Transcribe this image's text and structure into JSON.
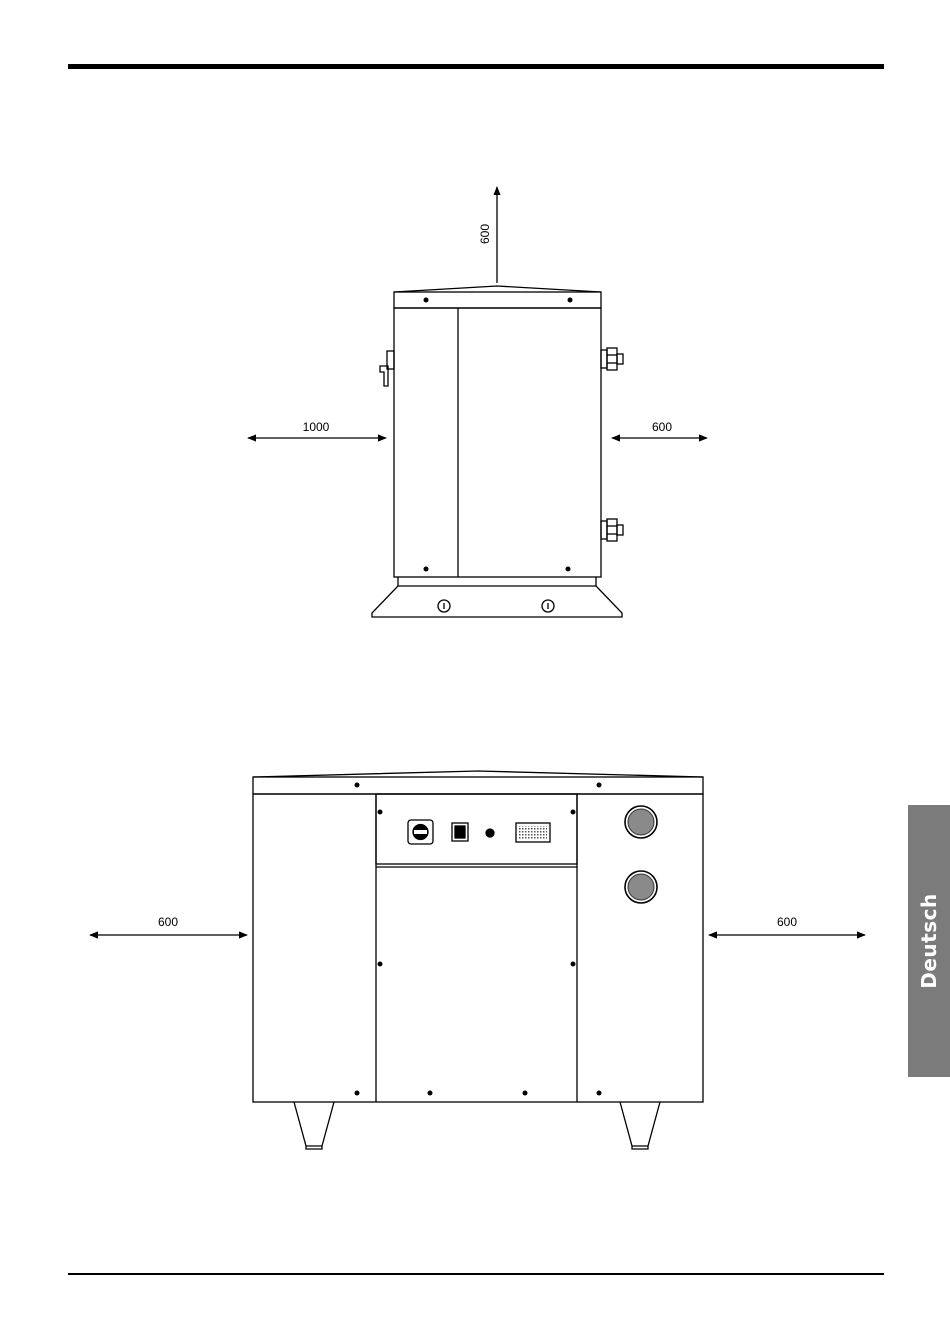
{
  "language_tab": "Deutsch",
  "side_view": {
    "clearance_top": "600",
    "clearance_left": "1000",
    "clearance_right": "600"
  },
  "front_view": {
    "clearance_left": "600",
    "clearance_right": "600"
  },
  "colors": {
    "line": "#000000",
    "tab_background": "#7b7b7b",
    "tab_text": "#ffffff",
    "grille": "#888888"
  }
}
